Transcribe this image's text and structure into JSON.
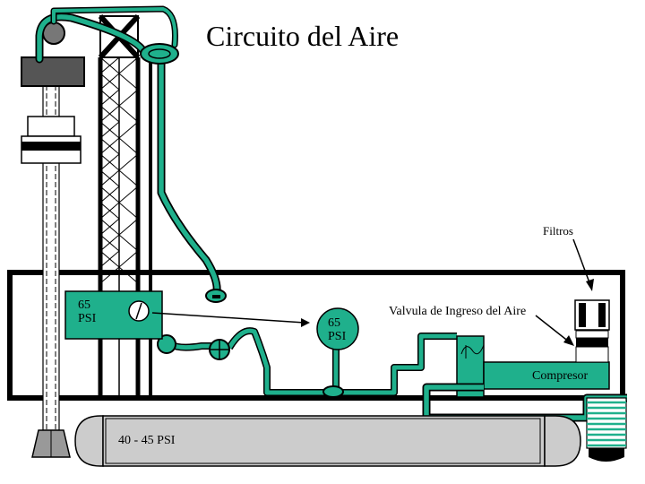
{
  "title": "Circuito del Aire",
  "labels": {
    "filtros": "Filtros",
    "valvula": "Valvula de Ingreso del Aire",
    "compresor": "Compresor",
    "tank_pressure": "40 - 45 PSI"
  },
  "gauges": [
    {
      "value": "65",
      "unit": "PSI"
    },
    {
      "value": "65",
      "unit": "PSI"
    }
  ],
  "colors": {
    "accent": "#1fb08c",
    "line": "#000000",
    "tank_fill": "#cccccc",
    "background": "#ffffff"
  }
}
